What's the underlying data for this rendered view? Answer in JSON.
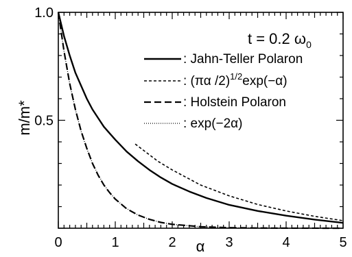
{
  "chart_data": {
    "type": "line",
    "xlabel": "α",
    "ylabel": "m/m*",
    "xlim": [
      0,
      5
    ],
    "ylim": [
      0,
      1
    ],
    "x_ticks_major": [
      0,
      1,
      2,
      3,
      4,
      5
    ],
    "x_tick_labels": [
      "0",
      "1",
      "2",
      "3",
      "4",
      "5"
    ],
    "y_ticks_major": [
      0.5,
      1.0
    ],
    "y_tick_labels": [
      "0.5",
      "1.0"
    ],
    "grid": false,
    "legend_position": "top-right",
    "annotation": {
      "main": "t = 0.2 ω",
      "subscript": "0"
    },
    "series": [
      {
        "name": ": Jahn-Teller Polaron",
        "style": "solid",
        "points": [
          [
            0,
            1.0
          ],
          [
            0.1,
            0.89
          ],
          [
            0.2,
            0.8
          ],
          [
            0.3,
            0.72
          ],
          [
            0.4,
            0.66
          ],
          [
            0.5,
            0.6
          ],
          [
            0.6,
            0.55
          ],
          [
            0.7,
            0.51
          ],
          [
            0.8,
            0.47
          ],
          [
            0.9,
            0.44
          ],
          [
            1.0,
            0.41
          ],
          [
            1.2,
            0.355
          ],
          [
            1.4,
            0.31
          ],
          [
            1.6,
            0.27
          ],
          [
            1.8,
            0.235
          ],
          [
            2.0,
            0.205
          ],
          [
            2.3,
            0.17
          ],
          [
            2.6,
            0.14
          ],
          [
            3.0,
            0.108
          ],
          [
            3.5,
            0.08
          ],
          [
            4.0,
            0.058
          ],
          [
            4.5,
            0.04
          ],
          [
            5.0,
            0.025
          ]
        ]
      },
      {
        "name": ": (πα /2)",
        "name_sup": "1/2",
        "name_tail": "exp(−α)",
        "style": "dashed-short",
        "points": [
          [
            1.35,
            0.39
          ],
          [
            1.5,
            0.36
          ],
          [
            1.75,
            0.31
          ],
          [
            2.0,
            0.27
          ],
          [
            2.25,
            0.235
          ],
          [
            2.5,
            0.2
          ],
          [
            2.75,
            0.175
          ],
          [
            3.0,
            0.15
          ],
          [
            3.5,
            0.11
          ],
          [
            4.0,
            0.08
          ],
          [
            4.5,
            0.055
          ],
          [
            5.0,
            0.035
          ]
        ]
      },
      {
        "name": ": Holstein Polaron",
        "style": "dashed-long",
        "points": [
          [
            0,
            1.0
          ],
          [
            0.1,
            0.82
          ],
          [
            0.2,
            0.67
          ],
          [
            0.3,
            0.55
          ],
          [
            0.4,
            0.45
          ],
          [
            0.5,
            0.37
          ],
          [
            0.6,
            0.3
          ],
          [
            0.7,
            0.245
          ],
          [
            0.8,
            0.2
          ],
          [
            0.9,
            0.165
          ],
          [
            1.0,
            0.135
          ],
          [
            1.2,
            0.09
          ],
          [
            1.4,
            0.061
          ],
          [
            1.6,
            0.041
          ],
          [
            1.8,
            0.027
          ],
          [
            2.0,
            0.018
          ],
          [
            2.5,
            0.007
          ],
          [
            3.0,
            0.0025
          ],
          [
            3.5,
            0.001
          ],
          [
            4.0,
            0.0003
          ],
          [
            5.0,
            0.0
          ]
        ]
      },
      {
        "name": ": exp(−2α)",
        "style": "dotted",
        "points": [
          [
            0,
            1.0
          ],
          [
            0.1,
            0.819
          ],
          [
            0.2,
            0.67
          ],
          [
            0.3,
            0.549
          ],
          [
            0.4,
            0.449
          ],
          [
            0.5,
            0.368
          ],
          [
            0.6,
            0.301
          ],
          [
            0.7,
            0.247
          ],
          [
            0.8,
            0.202
          ],
          [
            0.9,
            0.165
          ],
          [
            1.0,
            0.135
          ],
          [
            1.2,
            0.091
          ],
          [
            1.4,
            0.061
          ],
          [
            1.6,
            0.041
          ],
          [
            1.8,
            0.027
          ],
          [
            2.0,
            0.018
          ],
          [
            2.5,
            0.0067
          ],
          [
            3.0,
            0.0025
          ],
          [
            3.5,
            0.0009
          ],
          [
            4.0,
            0.0003
          ],
          [
            5.0,
            5e-05
          ]
        ]
      }
    ]
  }
}
